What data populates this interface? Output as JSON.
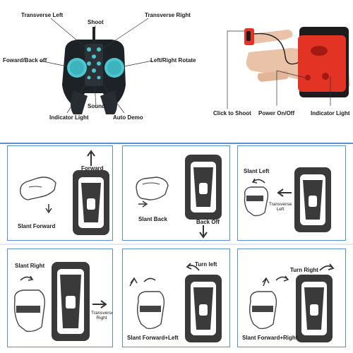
{
  "remote": {
    "labels": {
      "transverse_left": "Transverse Left",
      "shoot": "Shoot",
      "transverse_right": "Transverse Right",
      "forward_back_off": "Foward/Back off",
      "left_right_rotate": "Left/Right Rotate",
      "indicator_light": "Indicator Light",
      "sound": "Sound",
      "auto_demo": "Auto Demo"
    }
  },
  "wrist": {
    "labels": {
      "click_to_shoot": "Click to Shoot",
      "power_on_off": "Power On/Off",
      "indicator_light": "Indicator Light"
    }
  },
  "panels": [
    {
      "gesture": "Slant Forward",
      "direction": "Forward"
    },
    {
      "gesture": "Slant Back",
      "direction": "Back Off"
    },
    {
      "gesture": "Slant Left",
      "direction": "Transverse Left"
    },
    {
      "gesture": "Slant Right",
      "direction": "Transverse Right"
    },
    {
      "gesture": "Slant Forward+Left",
      "direction": "Turn left"
    },
    {
      "gesture": "Slant Forward+Right",
      "direction": "Turn Right"
    }
  ],
  "colors": {
    "accent_cyan": "#4ec6cf",
    "strap_red": "#e23325",
    "panel_border": "#5a8fd0",
    "car_dark": "#3a3a3a"
  }
}
